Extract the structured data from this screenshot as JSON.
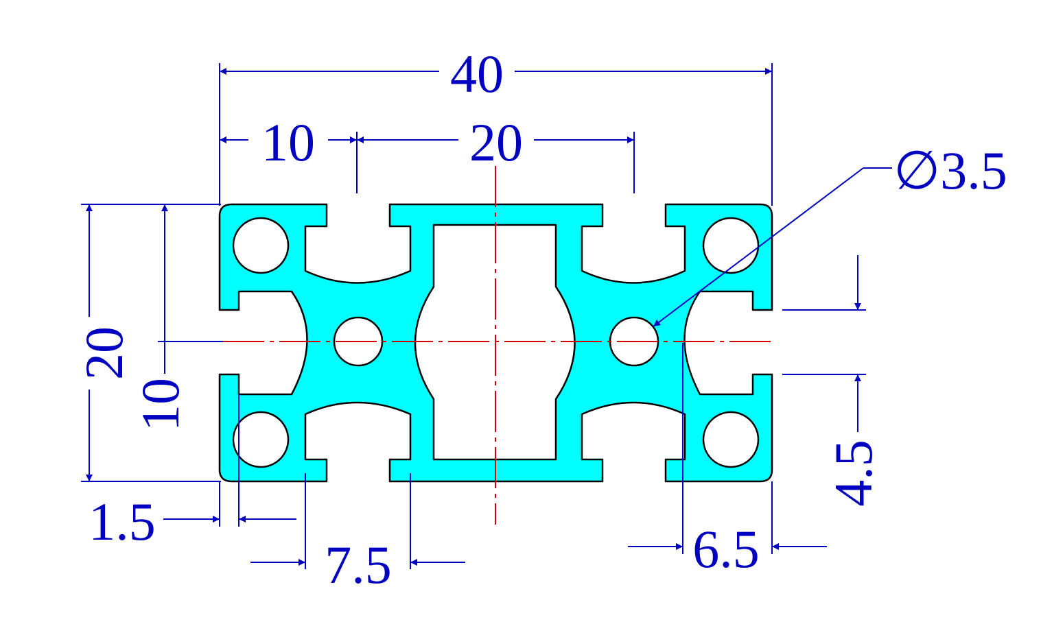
{
  "colors": {
    "profile_fill": "#00FFFF",
    "profile_stroke": "#000000",
    "dimension": "#0000C0",
    "centerline": "#D00000",
    "background": "#FFFFFF"
  },
  "dimensions": {
    "overall_width": "40",
    "left_offset": "10",
    "slot_pitch": "20",
    "hole_diameter": "∅3.5",
    "overall_height": "20",
    "half_height": "10",
    "wall_thickness": "1.5",
    "slot_opening": "7.5",
    "slot_depth": "6.5",
    "slot_width": "4.5"
  }
}
